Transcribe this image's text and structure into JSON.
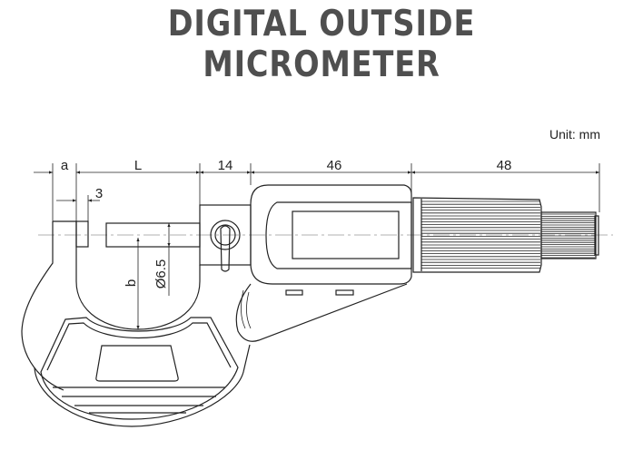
{
  "title": "DIGITAL OUTSIDE MICROMETER",
  "unit_label": "Unit: mm",
  "dimensions": {
    "a": "a",
    "L": "L",
    "anvil_width": "3",
    "spindle_body": "14",
    "display_body": "46",
    "thimble": "48",
    "b": "b",
    "spindle_diameter": "Ø6.5"
  }
}
